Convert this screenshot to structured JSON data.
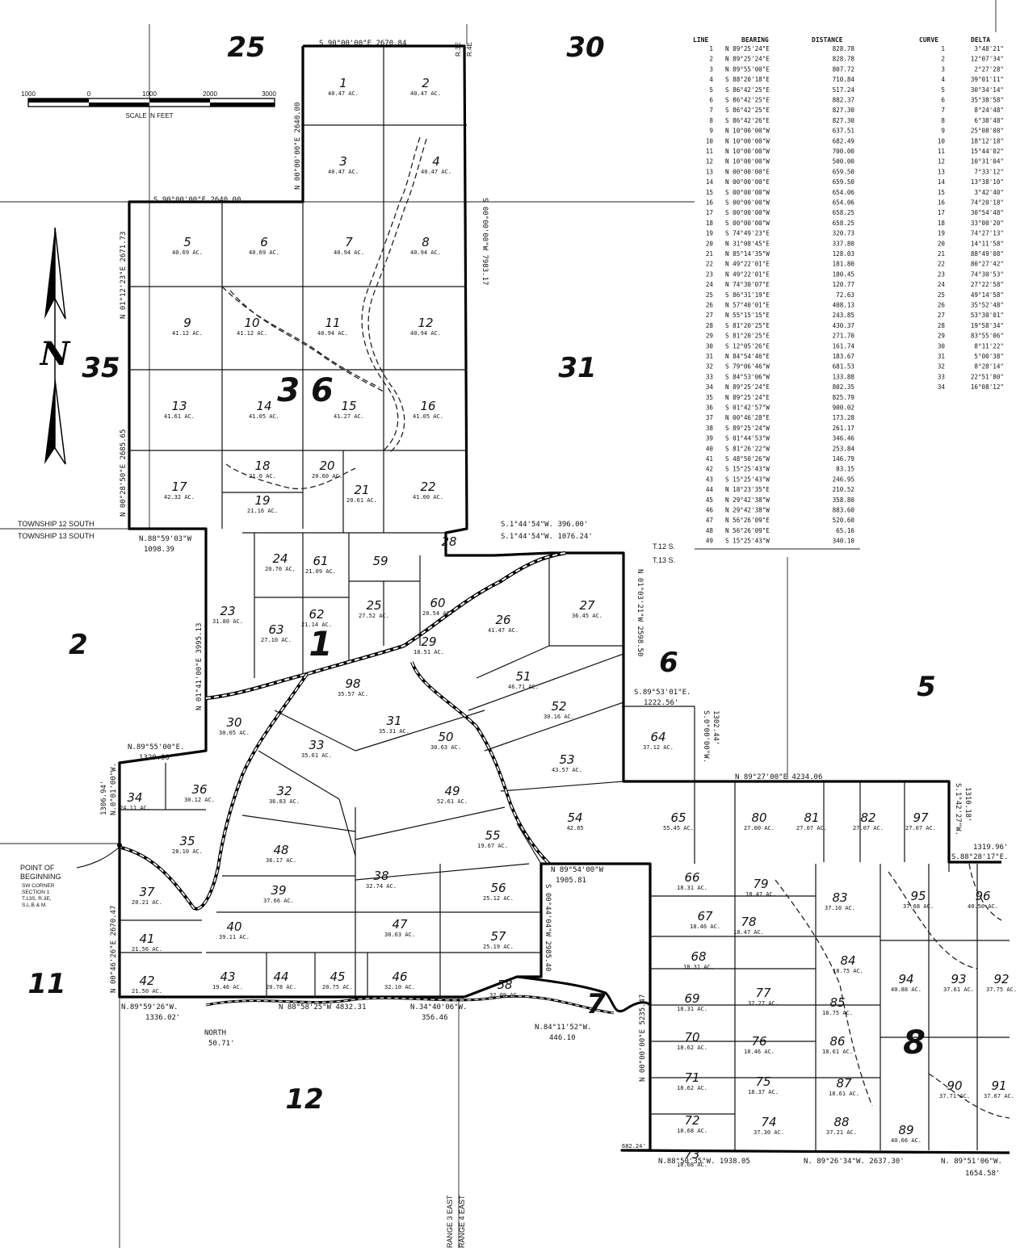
{
  "scale": {
    "ticks": [
      "1000",
      "0",
      "1000",
      "2000",
      "3000"
    ],
    "caption": "SCALE IN FEET"
  },
  "north_arrow": {
    "letter": "N"
  },
  "sections": {
    "s25": "25",
    "s30": "30",
    "s35": "35",
    "s36": "3 6",
    "s31": "31",
    "s2": "2",
    "s1": "1",
    "s6": "6",
    "s5": "5",
    "s11": "11",
    "s12": "12",
    "s7": "7",
    "s8": "8"
  },
  "township": {
    "t12": "TOWNSHIP 12 SOUTH",
    "t13": "TOWNSHIP 13 SOUTH",
    "t12s": "T.12 S.",
    "t13s": "T.13 S.",
    "r3e_top": "R.3E",
    "r4e_top": "R.4E",
    "range3": "RANGE 3 EAST",
    "range4": "RANGE 4 EAST"
  },
  "pob": {
    "line1": "POINT OF",
    "line2": "BEGINNING",
    "line3": "SW CORNER",
    "line4": "SECTION 1",
    "line5": "T.13S, R.3E,",
    "line6": "S.L.B.& M."
  },
  "boundary_calls": {
    "top": "S 90°00'00\"E 2670.84",
    "s36_top": "S 90°00'00\"E 2640.00",
    "s36_left": "N 01°12'23\"E 2671.73",
    "s36_left2": "N 00°28'50\"E 2685.65",
    "upper_right": "S 00°00'00\"W 7983.17",
    "upper_left": "N 00°00'00\"E 2640.00",
    "twp_line": "N.88°59'03\"W",
    "twp_dist": "1098.39",
    "sec1_left": "N 01°41'00\"E 3995.13",
    "sec1_right": "N 01°03'21\"W 2598.50",
    "s1_call1": "S.1°44'54\"W. 396.00'",
    "s1_call2": "S.1°44'54\"W. 1076.24'",
    "s6_call": "S.89°53'01\"E.",
    "s6_dist": "1222.56'",
    "s6_down": "S.0°00'00\"W.",
    "s6_down_dist": "1302.44'",
    "s6_east": "N 89°27'00\"E 4234.06",
    "right_call": "S.1°42'27\"W.",
    "right_dist": "1310.18'",
    "right_call2": "S.88°28'17\"E.",
    "right_dist2": "1319.96'",
    "w_call": "N.89°55'00\"E.",
    "w_dist": "1320.00'",
    "w_up": "N.0°01'00\"W.",
    "w_up_dist": "1306.94'",
    "w_left": "N 00°46'26\"E 2670.47",
    "sw_call": "N.89°59'26\"W.",
    "sw_dist": "1336.02'",
    "north_lbl": "NORTH",
    "north_dist": "50.71'",
    "bottom": "N 88°58'25\"W 4832.31",
    "s7_call": "N.34°40'06\"W.",
    "s7_dist": "356.46",
    "s7_call2": "N.84°11'52\"W.",
    "s7_dist2": "446.10",
    "s7_left": "S 00°44'04\"W 2985.40",
    "s7_right": "N 00°00'00\"E 5235.47",
    "s1_bottom": "N 89°54'00\"W",
    "s1_bottom_dist": "1905.81",
    "bottom_s8a": "N.88°50'35\"W. 1938.05",
    "bottom_s8b": "N. 89°26'34\"W. 2637.30'",
    "bottom_s8c": "N. 89°51'06\"W.",
    "bottom_s8c_dist": "1654.58'",
    "tick_left": "682.24'"
  },
  "lots": [
    {
      "n": "1",
      "ac": "40.47 AC."
    },
    {
      "n": "2",
      "ac": "40.47 AC."
    },
    {
      "n": "3",
      "ac": "40.47 AC."
    },
    {
      "n": "4",
      "ac": "40.47 AC."
    },
    {
      "n": "5",
      "ac": "40.69 AC."
    },
    {
      "n": "6",
      "ac": "40.69 AC."
    },
    {
      "n": "7",
      "ac": "40.94 AC."
    },
    {
      "n": "8",
      "ac": "40.94 AC."
    },
    {
      "n": "9",
      "ac": "41.12 AC."
    },
    {
      "n": "10",
      "ac": "41.12 AC."
    },
    {
      "n": "11",
      "ac": "40.94 AC."
    },
    {
      "n": "12",
      "ac": "40.94 AC."
    },
    {
      "n": "13",
      "ac": "41.61 AC."
    },
    {
      "n": "14",
      "ac": "41.05 AC."
    },
    {
      "n": "15",
      "ac": "41.27 AC."
    },
    {
      "n": "16",
      "ac": "41.05 AC."
    },
    {
      "n": "17",
      "ac": "42.32 AC."
    },
    {
      "n": "18",
      "ac": "21.0 AC."
    },
    {
      "n": "19",
      "ac": "21.16 AC."
    },
    {
      "n": "20",
      "ac": "20.60 AC."
    },
    {
      "n": "21",
      "ac": "20.61 AC."
    },
    {
      "n": "22",
      "ac": "41.00 AC."
    },
    {
      "n": "23",
      "ac": "31.80 AC."
    },
    {
      "n": "24",
      "ac": "20.70 AC."
    },
    {
      "n": "25",
      "ac": "27.52 AC."
    },
    {
      "n": "26",
      "ac": "41.47 AC."
    },
    {
      "n": "27",
      "ac": "36.45 AC."
    },
    {
      "n": "28",
      "ac": ""
    },
    {
      "n": "29",
      "ac": "18.51 AC."
    },
    {
      "n": "30",
      "ac": "30.05 AC."
    },
    {
      "n": "31",
      "ac": "35.31 AC."
    },
    {
      "n": "32",
      "ac": "36.83 AC."
    },
    {
      "n": "33",
      "ac": "35.61 AC."
    },
    {
      "n": "34",
      "ac": "24.11 AC."
    },
    {
      "n": "35",
      "ac": "28.10 AC."
    },
    {
      "n": "36",
      "ac": "30.12 AC."
    },
    {
      "n": "37",
      "ac": "20.21 AC."
    },
    {
      "n": "38",
      "ac": "32.74 AC."
    },
    {
      "n": "39",
      "ac": "37.66 AC."
    },
    {
      "n": "40",
      "ac": "39.11 AC."
    },
    {
      "n": "41",
      "ac": "21.56 AC."
    },
    {
      "n": "42",
      "ac": "21.50 AC."
    },
    {
      "n": "43",
      "ac": "19.46 AC."
    },
    {
      "n": "44",
      "ac": "20.78 AC."
    },
    {
      "n": "45",
      "ac": "20.75 AC."
    },
    {
      "n": "46",
      "ac": "32.10 AC."
    },
    {
      "n": "47",
      "ac": "30.63 AC."
    },
    {
      "n": "48",
      "ac": "36.17 AC."
    },
    {
      "n": "49",
      "ac": "52.61 AC."
    },
    {
      "n": "50",
      "ac": "30.63 AC."
    },
    {
      "n": "51",
      "ac": "46.71 AC."
    },
    {
      "n": "52",
      "ac": "30.16 AC."
    },
    {
      "n": "53",
      "ac": "43.57 AC."
    },
    {
      "n": "54",
      "ac": "42.85"
    },
    {
      "n": "55",
      "ac": "19.67 AC."
    },
    {
      "n": "56",
      "ac": "25.12 AC."
    },
    {
      "n": "57",
      "ac": "25.19 AC."
    },
    {
      "n": "58",
      "ac": "32.09 AC."
    },
    {
      "n": "59",
      "ac": ""
    },
    {
      "n": "60",
      "ac": "20.54 AC."
    },
    {
      "n": "61",
      "ac": "21.09 AC."
    },
    {
      "n": "62",
      "ac": "21.14 AC."
    },
    {
      "n": "63",
      "ac": "27.10 AC."
    },
    {
      "n": "64",
      "ac": "37.12 AC."
    },
    {
      "n": "65",
      "ac": "55.45 AC."
    },
    {
      "n": "66",
      "ac": "18.31 AC."
    },
    {
      "n": "67",
      "ac": "18.46 AC."
    },
    {
      "n": "68",
      "ac": "18.31 AC."
    },
    {
      "n": "69",
      "ac": "18.31 AC."
    },
    {
      "n": "70",
      "ac": "18.62 AC."
    },
    {
      "n": "71",
      "ac": "18.62 AC."
    },
    {
      "n": "72",
      "ac": "18.68 AC."
    },
    {
      "n": "73",
      "ac": "18.68 AC."
    },
    {
      "n": "74",
      "ac": "37.30 AC."
    },
    {
      "n": "75",
      "ac": "18.37 AC."
    },
    {
      "n": "76",
      "ac": "18.46 AC."
    },
    {
      "n": "77",
      "ac": "37.27 AC."
    },
    {
      "n": "78",
      "ac": "18.47 AC."
    },
    {
      "n": "79",
      "ac": "18.47 AC."
    },
    {
      "n": "80",
      "ac": "27.00 AC."
    },
    {
      "n": "81",
      "ac": "27.07 AC."
    },
    {
      "n": "82",
      "ac": "27.07 AC."
    },
    {
      "n": "83",
      "ac": "37.10 AC."
    },
    {
      "n": "84",
      "ac": "18.75 AC."
    },
    {
      "n": "85",
      "ac": "18.75 AC."
    },
    {
      "n": "86",
      "ac": "18.61 AC."
    },
    {
      "n": "87",
      "ac": "18.61 AC."
    },
    {
      "n": "88",
      "ac": "37.21 AC."
    },
    {
      "n": "89",
      "ac": "40.66 AC."
    },
    {
      "n": "90",
      "ac": "37.71 AC."
    },
    {
      "n": "91",
      "ac": "37.67 AC."
    },
    {
      "n": "92",
      "ac": "37.75 AC."
    },
    {
      "n": "93",
      "ac": "37.61 AC."
    },
    {
      "n": "94",
      "ac": "40.88 AC."
    },
    {
      "n": "95",
      "ac": "37.68 AC."
    },
    {
      "n": "96",
      "ac": "40.50 AC."
    },
    {
      "n": "97",
      "ac": "27.07 AC."
    },
    {
      "n": "98",
      "ac": "35.57 AC."
    }
  ],
  "line_table": {
    "headers": [
      "LINE",
      "BEARING",
      "DISTANCE"
    ],
    "rows": [
      [
        "1",
        "N 89°25'24\"E",
        "828.78"
      ],
      [
        "2",
        "N 89°25'24\"E",
        "828.78"
      ],
      [
        "3",
        "N 89°55'00\"E",
        "807.72"
      ],
      [
        "4",
        "S 88°20'18\"E",
        "710.84"
      ],
      [
        "5",
        "S 86°42'25\"E",
        "517.24"
      ],
      [
        "6",
        "S 86°42'25\"E",
        "882.37"
      ],
      [
        "7",
        "S 86°42'25\"E",
        "827.30"
      ],
      [
        "8",
        "S 86°42'26\"E",
        "827.30"
      ],
      [
        "9",
        "N 10°00'00\"W",
        "637.51"
      ],
      [
        "10",
        "N 10°00'00\"W",
        "682.49"
      ],
      [
        "11",
        "N 10°00'00\"W",
        "700.00"
      ],
      [
        "12",
        "N 10°00'00\"W",
        "500.00"
      ],
      [
        "13",
        "N 00°00'00\"E",
        "659.50"
      ],
      [
        "14",
        "N 00°00'00\"E",
        "659.50"
      ],
      [
        "15",
        "S 00°00'00\"W",
        "654.06"
      ],
      [
        "16",
        "S 00°00'00\"W",
        "654.06"
      ],
      [
        "17",
        "S 00°00'00\"W",
        "658.25"
      ],
      [
        "18",
        "S 00°00'00\"W",
        "658.25"
      ],
      [
        "19",
        "S 74°49'23\"E",
        "320.73"
      ],
      [
        "20",
        "N 31°08'45\"E",
        "337.80"
      ],
      [
        "21",
        "N 85°14'35\"W",
        "128.03"
      ],
      [
        "22",
        "N 49°22'01\"E",
        "181.80"
      ],
      [
        "23",
        "N 49°22'01\"E",
        "180.45"
      ],
      [
        "24",
        "N 74°30'07\"E",
        "120.77"
      ],
      [
        "25",
        "S 86°31'19\"E",
        "72.63"
      ],
      [
        "26",
        "N 57°40'01\"E",
        "408.13"
      ],
      [
        "27",
        "N 55°15'15\"E",
        "243.85"
      ],
      [
        "28",
        "S 81°20'25\"E",
        "430.37"
      ],
      [
        "29",
        "S 81°20'25\"E",
        "271.70"
      ],
      [
        "30",
        "S 12°05'26\"E",
        "161.74"
      ],
      [
        "31",
        "N 84°54'46\"E",
        "183.67"
      ],
      [
        "32",
        "S 79°06'46\"W",
        "681.53"
      ],
      [
        "33",
        "S 84°53'06\"W",
        "133.88"
      ],
      [
        "34",
        "N 89°25'24\"E",
        "802.35"
      ],
      [
        "35",
        "N 89°25'24\"E",
        "825.79"
      ],
      [
        "36",
        "S 01°42'57\"W",
        "900.02"
      ],
      [
        "37",
        "N 00°46'28\"E",
        "173.28"
      ],
      [
        "38",
        "S 89°25'24\"W",
        "261.17"
      ],
      [
        "39",
        "S 01°44'53\"W",
        "346.46"
      ],
      [
        "40",
        "S 81°26'22\"W",
        "253.84"
      ],
      [
        "41",
        "S 48°50'26\"W",
        "146.79"
      ],
      [
        "42",
        "S 15°25'43\"W",
        "83.15"
      ],
      [
        "43",
        "S 15°25'43\"W",
        "246.95"
      ],
      [
        "44",
        "N 18°23'35\"E",
        "210.52"
      ],
      [
        "45",
        "N 29°42'38\"W",
        "358.80"
      ],
      [
        "46",
        "N 29°42'38\"W",
        "883.60"
      ],
      [
        "47",
        "N 56°26'09\"E",
        "520.60"
      ],
      [
        "48",
        "N 56°26'09\"E",
        "65.16"
      ],
      [
        "49",
        "S 15°25'43\"W",
        "340.10"
      ]
    ]
  },
  "curve_table": {
    "headers": [
      "CURVE",
      "DELTA"
    ],
    "rows": [
      [
        "1",
        "3°48'21\""
      ],
      [
        "2",
        "12°07'34\""
      ],
      [
        "3",
        "2°27'28\""
      ],
      [
        "4",
        "39°01'11\""
      ],
      [
        "5",
        "30°34'14\""
      ],
      [
        "6",
        "35°38'58\""
      ],
      [
        "7",
        "8°24'48\""
      ],
      [
        "8",
        "6°38'48\""
      ],
      [
        "9",
        "25°08'08\""
      ],
      [
        "10",
        "18°12'18\""
      ],
      [
        "11",
        "15°44'02\""
      ],
      [
        "12",
        "10°31'04\""
      ],
      [
        "13",
        "7°33'12\""
      ],
      [
        "14",
        "13°38'10\""
      ],
      [
        "15",
        "3°42'40\""
      ],
      [
        "16",
        "74°20'18\""
      ],
      [
        "17",
        "30°54'48\""
      ],
      [
        "18",
        "33°00'20\""
      ],
      [
        "19",
        "74°27'13\""
      ],
      [
        "20",
        "14°11'58\""
      ],
      [
        "21",
        "88°49'08\""
      ],
      [
        "22",
        "80°27'42\""
      ],
      [
        "23",
        "74°30'53\""
      ],
      [
        "24",
        "27°22'58\""
      ],
      [
        "25",
        "49°14'58\""
      ],
      [
        "26",
        "35°52'48\""
      ],
      [
        "27",
        "53°30'01\""
      ],
      [
        "28",
        "19°58'34\""
      ],
      [
        "29",
        "83°55'06\""
      ],
      [
        "30",
        "8°11'22\""
      ],
      [
        "31",
        "5°00'38\""
      ],
      [
        "32",
        "8°28'14\""
      ],
      [
        "33",
        "22°51'80\""
      ],
      [
        "34",
        "16°08'12\""
      ]
    ]
  }
}
